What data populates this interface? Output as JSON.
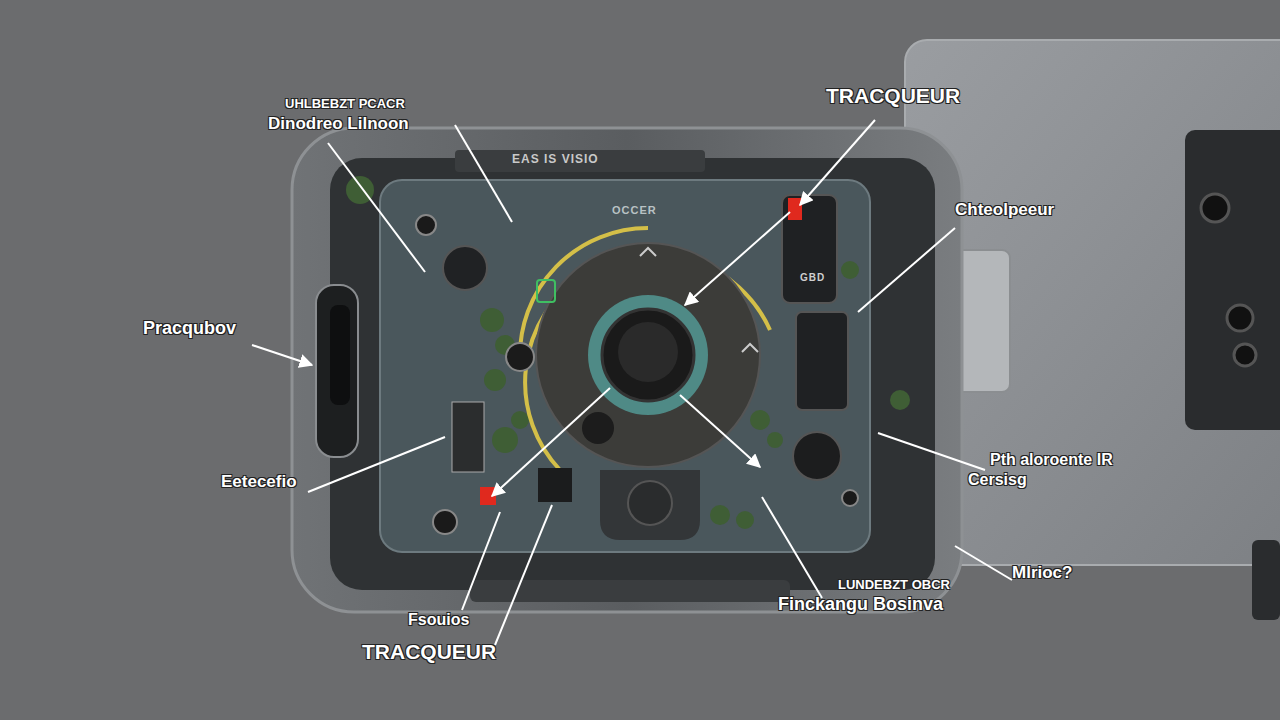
{
  "diagram": {
    "labels": [
      "UHLBEBZT PCACR",
      "Dinodreo Lilnoon",
      "TRACQUEUR",
      "Chteolpeeur",
      "Pracqubov",
      "Eetecefio",
      "Fsouios",
      "TRACQUEUR",
      "LUNDEBZT OBCR",
      "Finckangu Bosinva",
      "Pth aloroente IR",
      "Cersisg",
      "Mlrioc?",
      "EAS IS VISIO",
      "OCCER",
      "GBD"
    ]
  }
}
